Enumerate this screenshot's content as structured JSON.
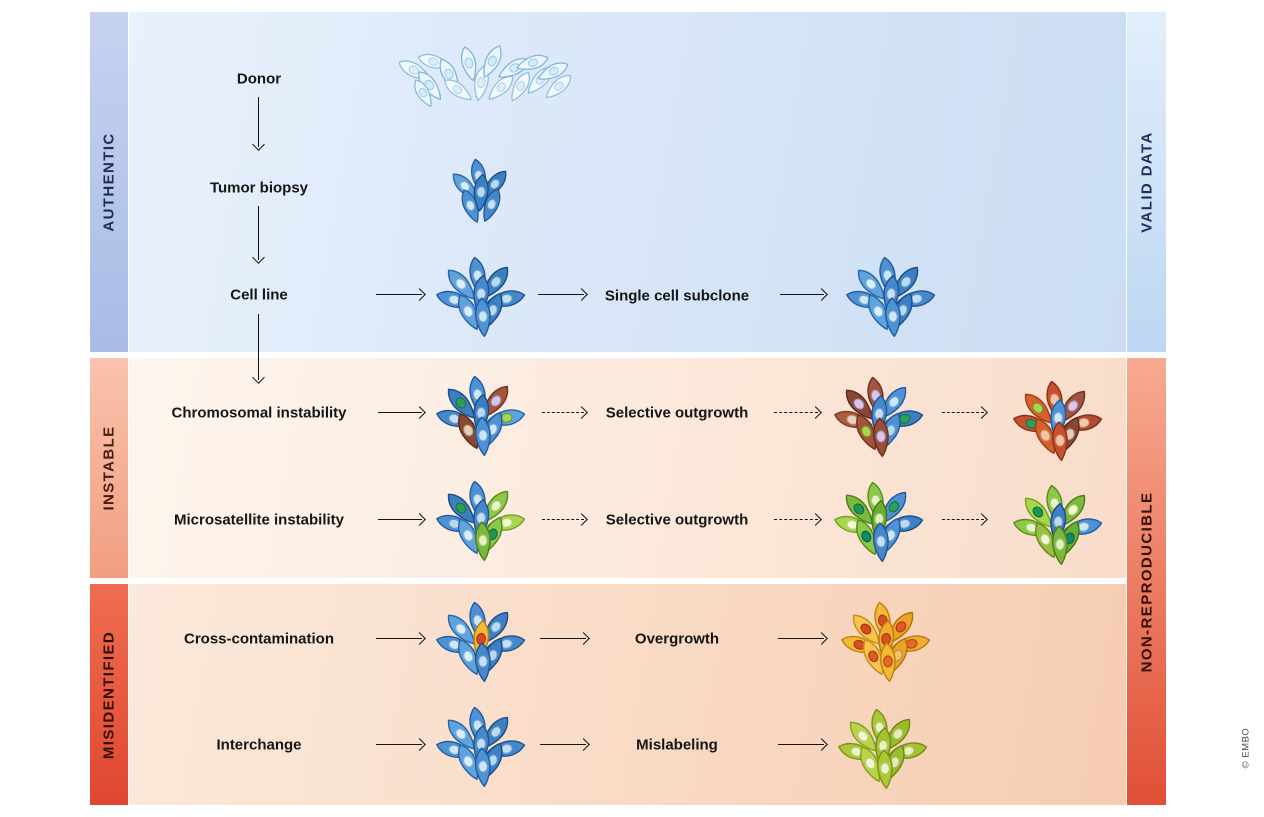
{
  "bands": {
    "authentic": "AUTHENTIC",
    "instable": "INSTABLE",
    "misidentified": "MISIDENTIFIED",
    "valid_data": "VALID DATA",
    "non_reproducible": "NON-REPRODUCIBLE"
  },
  "authentic": {
    "donor": "Donor",
    "tumor_biopsy": "Tumor biopsy",
    "cell_line": "Cell line",
    "single_cell_subclone": "Single cell subclone"
  },
  "instable": {
    "chromosomal": {
      "label": "Chromosomal instability",
      "step": "Selective outgrowth"
    },
    "microsatellite": {
      "label": "Microsatellite instability",
      "step": "Selective outgrowth"
    }
  },
  "misidentified": {
    "cross_contamination": {
      "label": "Cross-contamination",
      "step": "Overgrowth"
    },
    "interchange": {
      "label": "Interchange",
      "step": "Mislabeling"
    }
  },
  "credit": "© EMBO",
  "colors": {
    "authentic_bar": "#b6c5ea",
    "authentic_panel": "#dbe7f7",
    "valid_data_bar": "#cfe0f4",
    "instable_bar": "#f5ad94",
    "instable_panel": "#fcefe5",
    "misidentified_bar": "#e8503c",
    "misidentified_panel": "#fae0d0",
    "non_reproducible_bar": "#ec6a4e",
    "arrow": "#141414",
    "cell_blue": "#4d92d6",
    "cell_brown": "#a3543c",
    "cell_red_orange": "#c6512c",
    "cell_green": "#8cc84a",
    "cell_yellow": "#f5b933",
    "cell_yellow_green": "#aac838"
  },
  "clusters": {
    "donor": [
      {
        "f": "#f3f9fd",
        "s": "#8bbfdf",
        "n": "#dceef9",
        "ns": "#a8cfe8"
      },
      {
        "f": "#eaf5fc",
        "s": "#7db5d8",
        "n": "#d3eaf7",
        "ns": "#9cc7e2"
      }
    ],
    "blue": [
      {
        "f": "#4d92d6",
        "s": "#235c9d",
        "n": "#cfe6f7",
        "ns": "#79a7d0"
      },
      {
        "f": "#3b80c4",
        "s": "#1d4d85",
        "n": "#badaf2",
        "ns": "#6b9ac6"
      },
      {
        "f": "#5ea3de",
        "s": "#2a65a6",
        "n": "#d9edfa",
        "ns": "#86b4da"
      },
      {
        "f": "#4688cc",
        "s": "#205590",
        "n": "#c5e0f5",
        "ns": "#72a2cc"
      }
    ],
    "chromo1": [
      {
        "f": "#4d92d6",
        "s": "#235c9d",
        "n": "#cfe6f7",
        "ns": "#79a7d0"
      },
      {
        "f": "#a3543c",
        "s": "#6f3322",
        "n": "#d9c6e6",
        "ns": "#a58cbf"
      },
      {
        "f": "#3b80c4",
        "s": "#1d4d85",
        "n": "#2f9e57",
        "ns": "#1c7038"
      },
      {
        "f": "#5ea3de",
        "s": "#2a65a6",
        "n": "#a9d64c",
        "ns": "#6f9a22"
      },
      {
        "f": "#4688cc",
        "s": "#205590",
        "n": "#c5e0f5",
        "ns": "#72a2cc"
      },
      {
        "f": "#4d92d6",
        "s": "#235c9d",
        "n": "#cfe6f7",
        "ns": "#79a7d0"
      },
      {
        "f": "#8a4734",
        "s": "#5c2b1c",
        "n": "#e4cdb9",
        "ns": "#b59a80"
      },
      {
        "f": "#3b80c4",
        "s": "#1d4d85",
        "n": "#badaf2",
        "ns": "#6b9ac6"
      },
      {
        "f": "#4d92d6",
        "s": "#235c9d",
        "n": "#cfe6f7",
        "ns": "#79a7d0"
      }
    ],
    "chromo2": [
      {
        "f": "#a3543c",
        "s": "#6f3322",
        "n": "#d9c6e6",
        "ns": "#a58cbf"
      },
      {
        "f": "#4d92d6",
        "s": "#235c9d",
        "n": "#cfe6f7",
        "ns": "#79a7d0"
      },
      {
        "f": "#8a4734",
        "s": "#5c2b1c",
        "n": "#d9c6e6",
        "ns": "#a58cbf"
      },
      {
        "f": "#3b80c4",
        "s": "#1d4d85",
        "n": "#2f9e57",
        "ns": "#1c7038"
      },
      {
        "f": "#b05b40",
        "s": "#7a3a26",
        "n": "#e8d2c2",
        "ns": "#bb9f88"
      },
      {
        "f": "#4d92d6",
        "s": "#235c9d",
        "n": "#badaf2",
        "ns": "#6b9ac6"
      },
      {
        "f": "#a3543c",
        "s": "#6f3322",
        "n": "#a9d64c",
        "ns": "#6f9a22"
      },
      {
        "f": "#4688cc",
        "s": "#205590",
        "n": "#c5e0f5",
        "ns": "#72a2cc"
      },
      {
        "f": "#96503a",
        "s": "#663020",
        "n": "#d9c6e6",
        "ns": "#a58cbf"
      }
    ],
    "chromo3": [
      {
        "f": "#c6512c",
        "s": "#8a3318",
        "n": "#f2c4a6",
        "ns": "#cf9a76"
      },
      {
        "f": "#a3543c",
        "s": "#6f3322",
        "n": "#d9c6e6",
        "ns": "#a58cbf"
      },
      {
        "f": "#d8602f",
        "s": "#9a3f1a",
        "n": "#a9d64c",
        "ns": "#6f9a22"
      },
      {
        "f": "#b04a30",
        "s": "#7a2f1c",
        "n": "#f0c8b0",
        "ns": "#c89c80"
      },
      {
        "f": "#c6512c",
        "s": "#8a3318",
        "n": "#2f9e57",
        "ns": "#1c7038"
      },
      {
        "f": "#8a4734",
        "s": "#5c2b1c",
        "n": "#e4cdb9",
        "ns": "#b59a80"
      },
      {
        "f": "#d8602f",
        "s": "#9a3f1a",
        "n": "#f2c4a6",
        "ns": "#cf9a76"
      },
      {
        "f": "#4d92d6",
        "s": "#235c9d",
        "n": "#cfe6f7",
        "ns": "#79a7d0"
      },
      {
        "f": "#c6512c",
        "s": "#8a3318",
        "n": "#f2c4a6",
        "ns": "#cf9a76"
      }
    ],
    "msi1": [
      {
        "f": "#4d92d6",
        "s": "#235c9d",
        "n": "#cfe6f7",
        "ns": "#79a7d0"
      },
      {
        "f": "#8cc84a",
        "s": "#5a8c20",
        "n": "#e6f4c8",
        "ns": "#a9c878"
      },
      {
        "f": "#3b80c4",
        "s": "#1d4d85",
        "n": "#2f9e57",
        "ns": "#1c7038"
      },
      {
        "f": "#a9d64c",
        "s": "#75a024",
        "n": "#f0f8d0",
        "ns": "#b8d088"
      },
      {
        "f": "#4d92d6",
        "s": "#235c9d",
        "n": "#badaf2",
        "ns": "#6b9ac6"
      },
      {
        "f": "#8cc84a",
        "s": "#5a8c20",
        "n": "#1e9455",
        "ns": "#12653a"
      },
      {
        "f": "#5ea3de",
        "s": "#2a65a6",
        "n": "#d9edfa",
        "ns": "#86b4da"
      },
      {
        "f": "#4688cc",
        "s": "#205590",
        "n": "#c5e0f5",
        "ns": "#72a2cc"
      },
      {
        "f": "#7bb83e",
        "s": "#4e7e18",
        "n": "#e0f0c0",
        "ns": "#a0c070"
      }
    ],
    "msi2": [
      {
        "f": "#8cc84a",
        "s": "#5a8c20",
        "n": "#e6f4c8",
        "ns": "#a9c878"
      },
      {
        "f": "#4d92d6",
        "s": "#235c9d",
        "n": "#2f9e57",
        "ns": "#1c7038"
      },
      {
        "f": "#7bb83e",
        "s": "#4e7e18",
        "n": "#1e9455",
        "ns": "#12653a"
      },
      {
        "f": "#3b80c4",
        "s": "#1d4d85",
        "n": "#badaf2",
        "ns": "#6b9ac6"
      },
      {
        "f": "#a9d64c",
        "s": "#75a024",
        "n": "#f0f8d0",
        "ns": "#b8d088"
      },
      {
        "f": "#4d92d6",
        "s": "#235c9d",
        "n": "#cfe6f7",
        "ns": "#79a7d0"
      },
      {
        "f": "#8cc84a",
        "s": "#5a8c20",
        "n": "#0f8a6a",
        "ns": "#0a5c46"
      },
      {
        "f": "#6aae34",
        "s": "#457812",
        "n": "#ddeeba",
        "ns": "#9cbc6c"
      },
      {
        "f": "#4688cc",
        "s": "#205590",
        "n": "#c5e0f5",
        "ns": "#72a2cc"
      }
    ],
    "msi3": [
      {
        "f": "#8cc84a",
        "s": "#5a8c20",
        "n": "#e6f4c8",
        "ns": "#a9c878"
      },
      {
        "f": "#7bb83e",
        "s": "#4e7e18",
        "n": "#f0f8d0",
        "ns": "#b8d088"
      },
      {
        "f": "#a9d64c",
        "s": "#75a024",
        "n": "#1e9455",
        "ns": "#12653a"
      },
      {
        "f": "#4d92d6",
        "s": "#235c9d",
        "n": "#cfe6f7",
        "ns": "#79a7d0"
      },
      {
        "f": "#8cc84a",
        "s": "#5a8c20",
        "n": "#e6f4c8",
        "ns": "#a9c878"
      },
      {
        "f": "#6aae34",
        "s": "#457812",
        "n": "#0f8a6a",
        "ns": "#0a5c46"
      },
      {
        "f": "#98c040",
        "s": "#688a18",
        "n": "#eef6cc",
        "ns": "#aec87e"
      },
      {
        "f": "#3b80c4",
        "s": "#1d4d85",
        "n": "#badaf2",
        "ns": "#6b9ac6"
      },
      {
        "f": "#7bb83e",
        "s": "#4e7e18",
        "n": "#e0f0c0",
        "ns": "#a0c070"
      }
    ],
    "contam": [
      {
        "f": "#4d92d6",
        "s": "#235c9d",
        "n": "#cfe6f7",
        "ns": "#79a7d0"
      },
      {
        "f": "#3b80c4",
        "s": "#1d4d85",
        "n": "#badaf2",
        "ns": "#6b9ac6"
      },
      {
        "f": "#5ea3de",
        "s": "#2a65a6",
        "n": "#d9edfa",
        "ns": "#86b4da"
      },
      {
        "f": "#4688cc",
        "s": "#205590",
        "n": "#c5e0f5",
        "ns": "#72a2cc"
      },
      {
        "f": "#4d92d6",
        "s": "#235c9d",
        "n": "#cfe6f7",
        "ns": "#79a7d0"
      },
      {
        "f": "#3b80c4",
        "s": "#1d4d85",
        "n": "#badaf2",
        "ns": "#6b9ac6"
      },
      {
        "f": "#5ea3de",
        "s": "#2a65a6",
        "n": "#d9edfa",
        "ns": "#86b4da"
      },
      {
        "f": "#f2b93c",
        "s": "#b97f12",
        "n": "#d84a20",
        "ns": "#9c2f10"
      },
      {
        "f": "#4688cc",
        "s": "#205590",
        "n": "#c5e0f5",
        "ns": "#72a2cc"
      }
    ],
    "overgrowth": [
      {
        "f": "#f5b933",
        "s": "#bb8410",
        "n": "#da4f1f",
        "ns": "#9e3210"
      },
      {
        "f": "#eda228",
        "s": "#b1730c",
        "n": "#e05a24",
        "ns": "#a23a12"
      },
      {
        "f": "#f8c44e",
        "s": "#c48f18",
        "n": "#d84a20",
        "ns": "#9c2f10"
      },
      {
        "f": "#f0ad2d",
        "s": "#b67c0e",
        "n": "#e8682c",
        "ns": "#aa4418"
      },
      {
        "f": "#f5b933",
        "s": "#bb8410",
        "n": "#da4f1f",
        "ns": "#9e3210"
      },
      {
        "f": "#eda228",
        "s": "#b1730c",
        "n": "#f0c070",
        "ns": "#c08c30"
      },
      {
        "f": "#f8c44e",
        "s": "#c48f18",
        "n": "#e05a24",
        "ns": "#a23a12"
      },
      {
        "f": "#f0ad2d",
        "s": "#b67c0e",
        "n": "#da4f1f",
        "ns": "#9e3210"
      },
      {
        "f": "#f5b933",
        "s": "#bb8410",
        "n": "#e8682c",
        "ns": "#aa4418"
      }
    ],
    "mislabel": [
      {
        "f": "#aac838",
        "s": "#7a9414",
        "n": "#ecf5c4",
        "ns": "#b4c87c"
      },
      {
        "f": "#9cbc2c",
        "s": "#6e880e",
        "n": "#e2eeb4",
        "ns": "#a8bc6e"
      },
      {
        "f": "#b8d44a",
        "s": "#86a01c",
        "n": "#f2f8d2",
        "ns": "#bece86"
      },
      {
        "f": "#a4c232",
        "s": "#748e10",
        "n": "#e8f2bc",
        "ns": "#aec274"
      },
      {
        "f": "#aac838",
        "s": "#7a9414",
        "n": "#ecf5c4",
        "ns": "#b4c87c"
      },
      {
        "f": "#9cbc2c",
        "s": "#6e880e",
        "n": "#e2eeb4",
        "ns": "#a8bc6e"
      },
      {
        "f": "#b8d44a",
        "s": "#86a01c",
        "n": "#f2f8d2",
        "ns": "#bece86"
      },
      {
        "f": "#a4c232",
        "s": "#748e10",
        "n": "#e8f2bc",
        "ns": "#aec274"
      },
      {
        "f": "#aac838",
        "s": "#7a9414",
        "n": "#ecf5c4",
        "ns": "#b4c87c"
      }
    ]
  }
}
